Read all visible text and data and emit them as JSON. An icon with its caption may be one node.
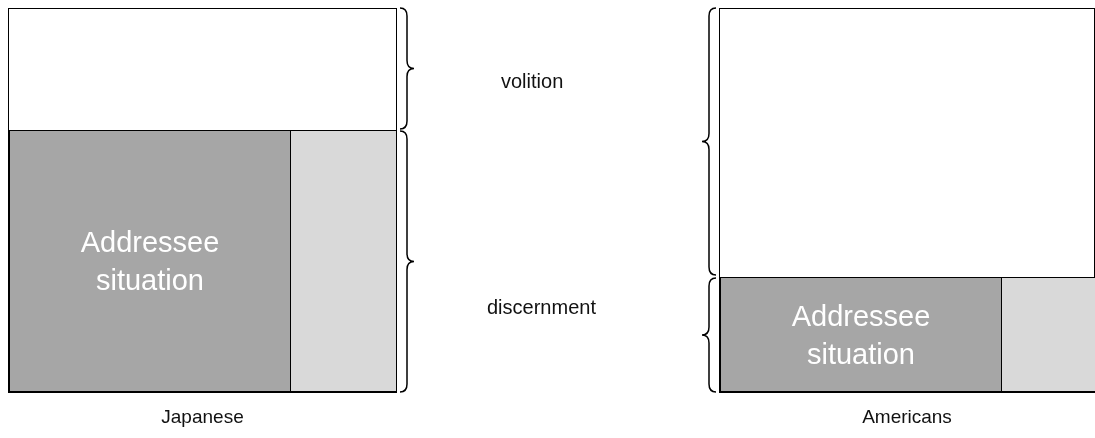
{
  "diagram": {
    "nodes": [
      {
        "text": [
          "Japanese"
        ]
      },
      {
        "text": [
          "Addressee situation"
        ],
        "in": 0
      },
      {
        "text": [],
        "shape": "box",
        "in": 0
      },
      {
        "text": [
          "Americans"
        ]
      },
      {
        "text": [
          "Addressee situation"
        ],
        "in": 3
      },
      {
        "text": [],
        "shape": "box",
        "in": 3
      }
    ],
    "edges": [],
    "labels": [
      "volition",
      "discernment"
    ]
  }
}
